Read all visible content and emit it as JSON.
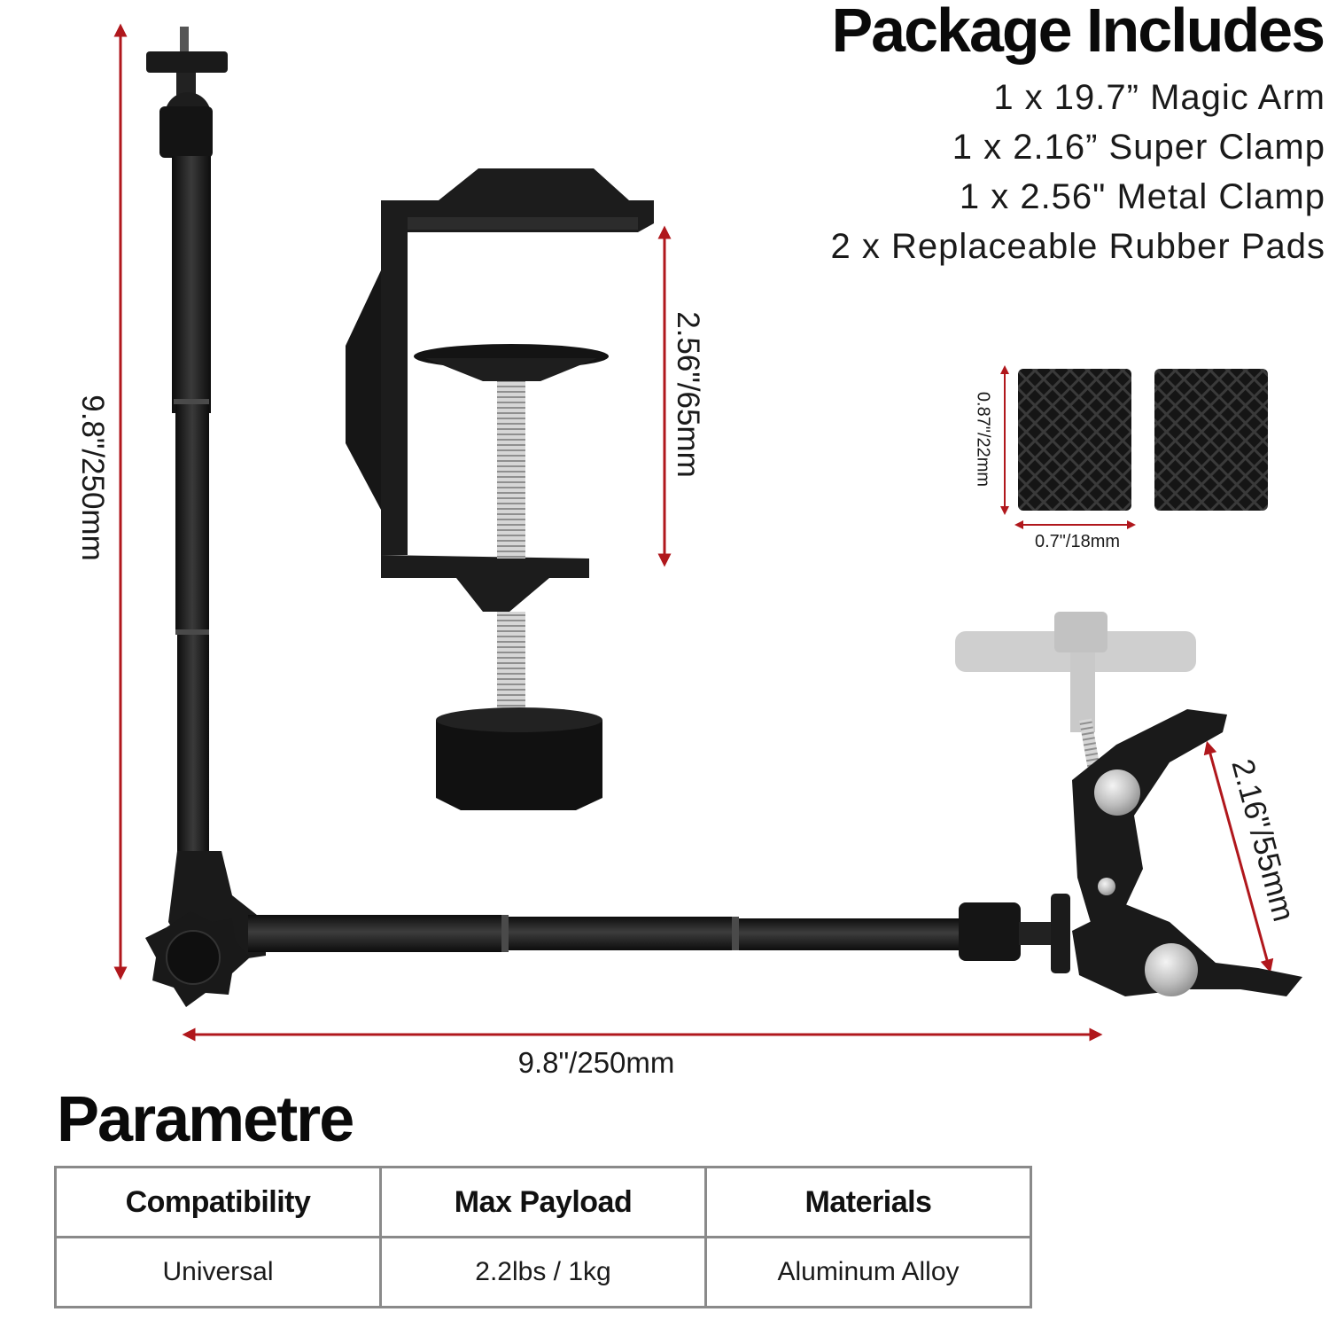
{
  "package": {
    "title": "Package Includes",
    "items": [
      "1 x 19.7” Magic Arm",
      "1 x 2.16” Super Clamp",
      "1 x 2.56\" Metal Clamp",
      "2 x Replaceable Rubber Pads"
    ]
  },
  "dimensions": {
    "arm_vertical": "9.8\"/250mm",
    "arm_horizontal": "9.8\"/250mm",
    "metal_clamp": "2.56\"/65mm",
    "super_clamp": "2.16\"/55mm",
    "pad_height": "0.87\"/22mm",
    "pad_width": "0.7\"/18mm"
  },
  "parameters": {
    "title": "Parametre",
    "headers": [
      "Compatibility",
      "Max Payload",
      "Materials"
    ],
    "values": [
      "Universal",
      "2.2lbs / 1kg",
      "Aluminum Alloy"
    ]
  },
  "colors": {
    "arrow": "#b0171c",
    "metal_black": "#1c1c1c",
    "silver": "#c8c8c8"
  }
}
